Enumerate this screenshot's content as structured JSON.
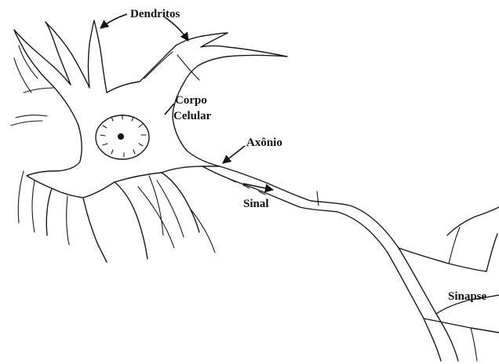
{
  "diagram": {
    "labels": {
      "dendrites": "Dendritos",
      "cell_body_line1": "Corpo",
      "cell_body_line2": "Celular",
      "axon": "Axônio",
      "signal": "Sinal",
      "synapse": "Sinapse"
    }
  }
}
